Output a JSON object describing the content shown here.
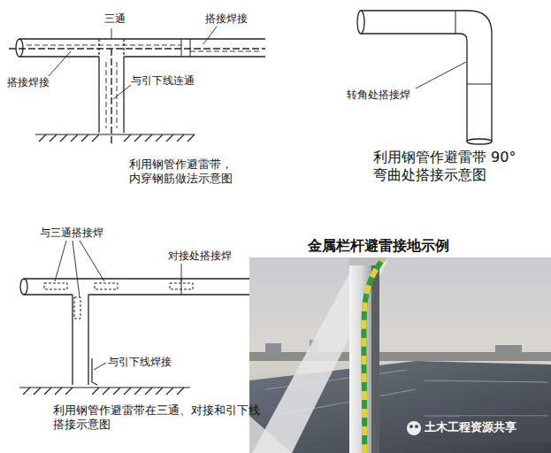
{
  "diagram": {
    "labels": [
      "三通",
      "搭接焊接",
      "搭接焊接",
      "与引下线连通",
      "利用钢管作避雷带， 内穿钢筋做法示意图",
      "转角处搭接焊",
      "利用钢管作避雷带 90° 弯曲处搭接示意图",
      "与三通搭接焊",
      "对接处搭接焊",
      "与引下线焊接",
      "利用钢管作避雷带在三通、对接和引下线搭接示意图",
      "金属栏杆避雷接地示例",
      "土木工程资源共享"
    ]
  }
}
